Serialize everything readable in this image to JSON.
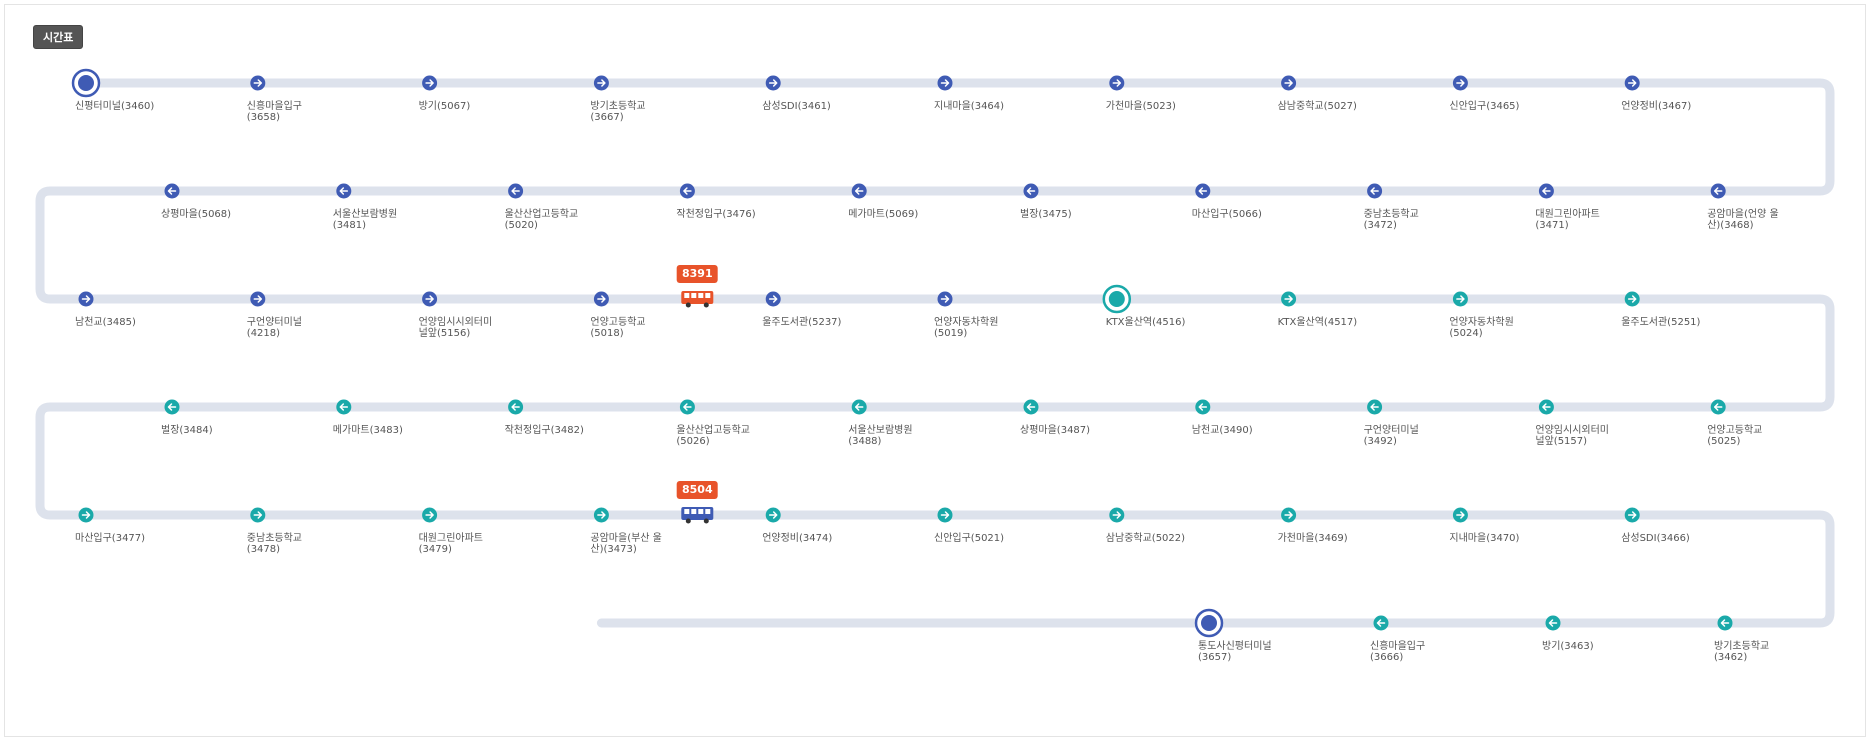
{
  "timetable_button": "시간표",
  "colors": {
    "track": "#dde2ec",
    "outbound": "#3f5bb4",
    "inbound": "#1aa9a9",
    "bus_badge": "#e8532a"
  },
  "rows": [
    {
      "dir": "right",
      "stops": [
        {
          "label": "신평터미널(3460)",
          "icon": "terminal-circle-icon",
          "color": "blue"
        },
        {
          "label": "신흥마을입구\n(3658)",
          "icon": "arrow-right-icon",
          "color": "blue"
        },
        {
          "label": "방기(5067)",
          "icon": "arrow-right-icon",
          "color": "blue"
        },
        {
          "label": "방기초등학교\n(3667)",
          "icon": "arrow-right-icon",
          "color": "blue"
        },
        {
          "label": "삼성SDI(3461)",
          "icon": "arrow-right-icon",
          "color": "blue"
        },
        {
          "label": "지내마을(3464)",
          "icon": "arrow-right-icon",
          "color": "blue"
        },
        {
          "label": "가천마을(5023)",
          "icon": "arrow-right-icon",
          "color": "blue"
        },
        {
          "label": "삼남중학교(5027)",
          "icon": "arrow-right-icon",
          "color": "blue"
        },
        {
          "label": "신안입구(3465)",
          "icon": "arrow-right-icon",
          "color": "blue"
        },
        {
          "label": "언양정비(3467)",
          "icon": "arrow-right-icon",
          "color": "blue"
        }
      ]
    },
    {
      "dir": "left",
      "stops": [
        {
          "label": "상평마을(5068)",
          "icon": "arrow-left-icon",
          "color": "blue"
        },
        {
          "label": "서울산보람병원\n(3481)",
          "icon": "arrow-left-icon",
          "color": "blue"
        },
        {
          "label": "울산산업고등학교\n(5020)",
          "icon": "arrow-left-icon",
          "color": "blue"
        },
        {
          "label": "작천정입구(3476)",
          "icon": "arrow-left-icon",
          "color": "blue"
        },
        {
          "label": "메가마트(5069)",
          "icon": "arrow-left-icon",
          "color": "blue"
        },
        {
          "label": "벌장(3475)",
          "icon": "arrow-left-icon",
          "color": "blue"
        },
        {
          "label": "마산입구(5066)",
          "icon": "arrow-left-icon",
          "color": "blue"
        },
        {
          "label": "중남초등학교\n(3472)",
          "icon": "arrow-left-icon",
          "color": "blue"
        },
        {
          "label": "대원그린아파트\n(3471)",
          "icon": "arrow-left-icon",
          "color": "blue"
        },
        {
          "label": "공암마을(언양 울\n산)(3468)",
          "icon": "arrow-left-icon",
          "color": "blue"
        }
      ]
    },
    {
      "dir": "right",
      "stops": [
        {
          "label": "남천교(3485)",
          "icon": "arrow-right-icon",
          "color": "blue"
        },
        {
          "label": "구언양터미널\n(4218)",
          "icon": "arrow-right-icon",
          "color": "blue"
        },
        {
          "label": "언양임시시외터미\n널앞(5156)",
          "icon": "arrow-right-icon",
          "color": "blue"
        },
        {
          "label": "언양고등학교\n(5018)",
          "icon": "arrow-right-icon",
          "color": "blue"
        },
        {
          "label": "울주도서관(5237)",
          "icon": "arrow-right-icon",
          "color": "blue"
        },
        {
          "label": "언양자동차학원\n(5019)",
          "icon": "arrow-right-icon",
          "color": "blue"
        },
        {
          "label": "KTX울산역(4516)",
          "icon": "turnaround-circle-icon",
          "color": "teal"
        },
        {
          "label": "KTX울산역(4517)",
          "icon": "arrow-right-icon",
          "color": "teal"
        },
        {
          "label": "언양자동차학원\n(5024)",
          "icon": "arrow-right-icon",
          "color": "teal"
        },
        {
          "label": "울주도서관(5251)",
          "icon": "arrow-right-icon",
          "color": "teal"
        }
      ]
    },
    {
      "dir": "left",
      "stops": [
        {
          "label": "벌장(3484)",
          "icon": "arrow-left-icon",
          "color": "teal"
        },
        {
          "label": "메가마트(3483)",
          "icon": "arrow-left-icon",
          "color": "teal"
        },
        {
          "label": "작천정입구(3482)",
          "icon": "arrow-left-icon",
          "color": "teal"
        },
        {
          "label": "울산산업고등학교\n(5026)",
          "icon": "arrow-left-icon",
          "color": "teal"
        },
        {
          "label": "서울산보람병원\n(3488)",
          "icon": "arrow-left-icon",
          "color": "teal"
        },
        {
          "label": "상평마을(3487)",
          "icon": "arrow-left-icon",
          "color": "teal"
        },
        {
          "label": "남천교(3490)",
          "icon": "arrow-left-icon",
          "color": "teal"
        },
        {
          "label": "구언양터미널\n(3492)",
          "icon": "arrow-left-icon",
          "color": "teal"
        },
        {
          "label": "언양임시시외터미\n널앞(5157)",
          "icon": "arrow-left-icon",
          "color": "teal"
        },
        {
          "label": "언양고등학교\n(5025)",
          "icon": "arrow-left-icon",
          "color": "teal"
        }
      ]
    },
    {
      "dir": "right",
      "stops": [
        {
          "label": "마산입구(3477)",
          "icon": "arrow-right-icon",
          "color": "teal"
        },
        {
          "label": "중남초등학교\n(3478)",
          "icon": "arrow-right-icon",
          "color": "teal"
        },
        {
          "label": "대원그린아파트\n(3479)",
          "icon": "arrow-right-icon",
          "color": "teal"
        },
        {
          "label": "공암마을(부산 울\n산)(3473)",
          "icon": "arrow-right-icon",
          "color": "teal"
        },
        {
          "label": "언양정비(3474)",
          "icon": "arrow-right-icon",
          "color": "teal"
        },
        {
          "label": "신안입구(5021)",
          "icon": "arrow-right-icon",
          "color": "teal"
        },
        {
          "label": "삼남중학교(5022)",
          "icon": "arrow-right-icon",
          "color": "teal"
        },
        {
          "label": "가천마을(3469)",
          "icon": "arrow-right-icon",
          "color": "teal"
        },
        {
          "label": "지내마을(3470)",
          "icon": "arrow-right-icon",
          "color": "teal"
        },
        {
          "label": "삼성SDI(3466)",
          "icon": "arrow-right-icon",
          "color": "teal"
        }
      ]
    },
    {
      "dir": "left",
      "stops": [
        {
          "label": "통도사신평터미널\n(3657)",
          "icon": "terminal-circle-icon",
          "color": "blue"
        },
        {
          "label": "신흥마을입구\n(3666)",
          "icon": "arrow-left-icon",
          "color": "teal"
        },
        {
          "label": "방기(3463)",
          "icon": "arrow-left-icon",
          "color": "teal"
        },
        {
          "label": "방기초등학교\n(3462)",
          "icon": "arrow-left-icon",
          "color": "teal"
        }
      ]
    }
  ],
  "buses": [
    {
      "number": "8391",
      "row": 2,
      "after_stop": 3,
      "style": "orange"
    },
    {
      "number": "8504",
      "row": 4,
      "after_stop": 3,
      "style": "blue"
    }
  ]
}
